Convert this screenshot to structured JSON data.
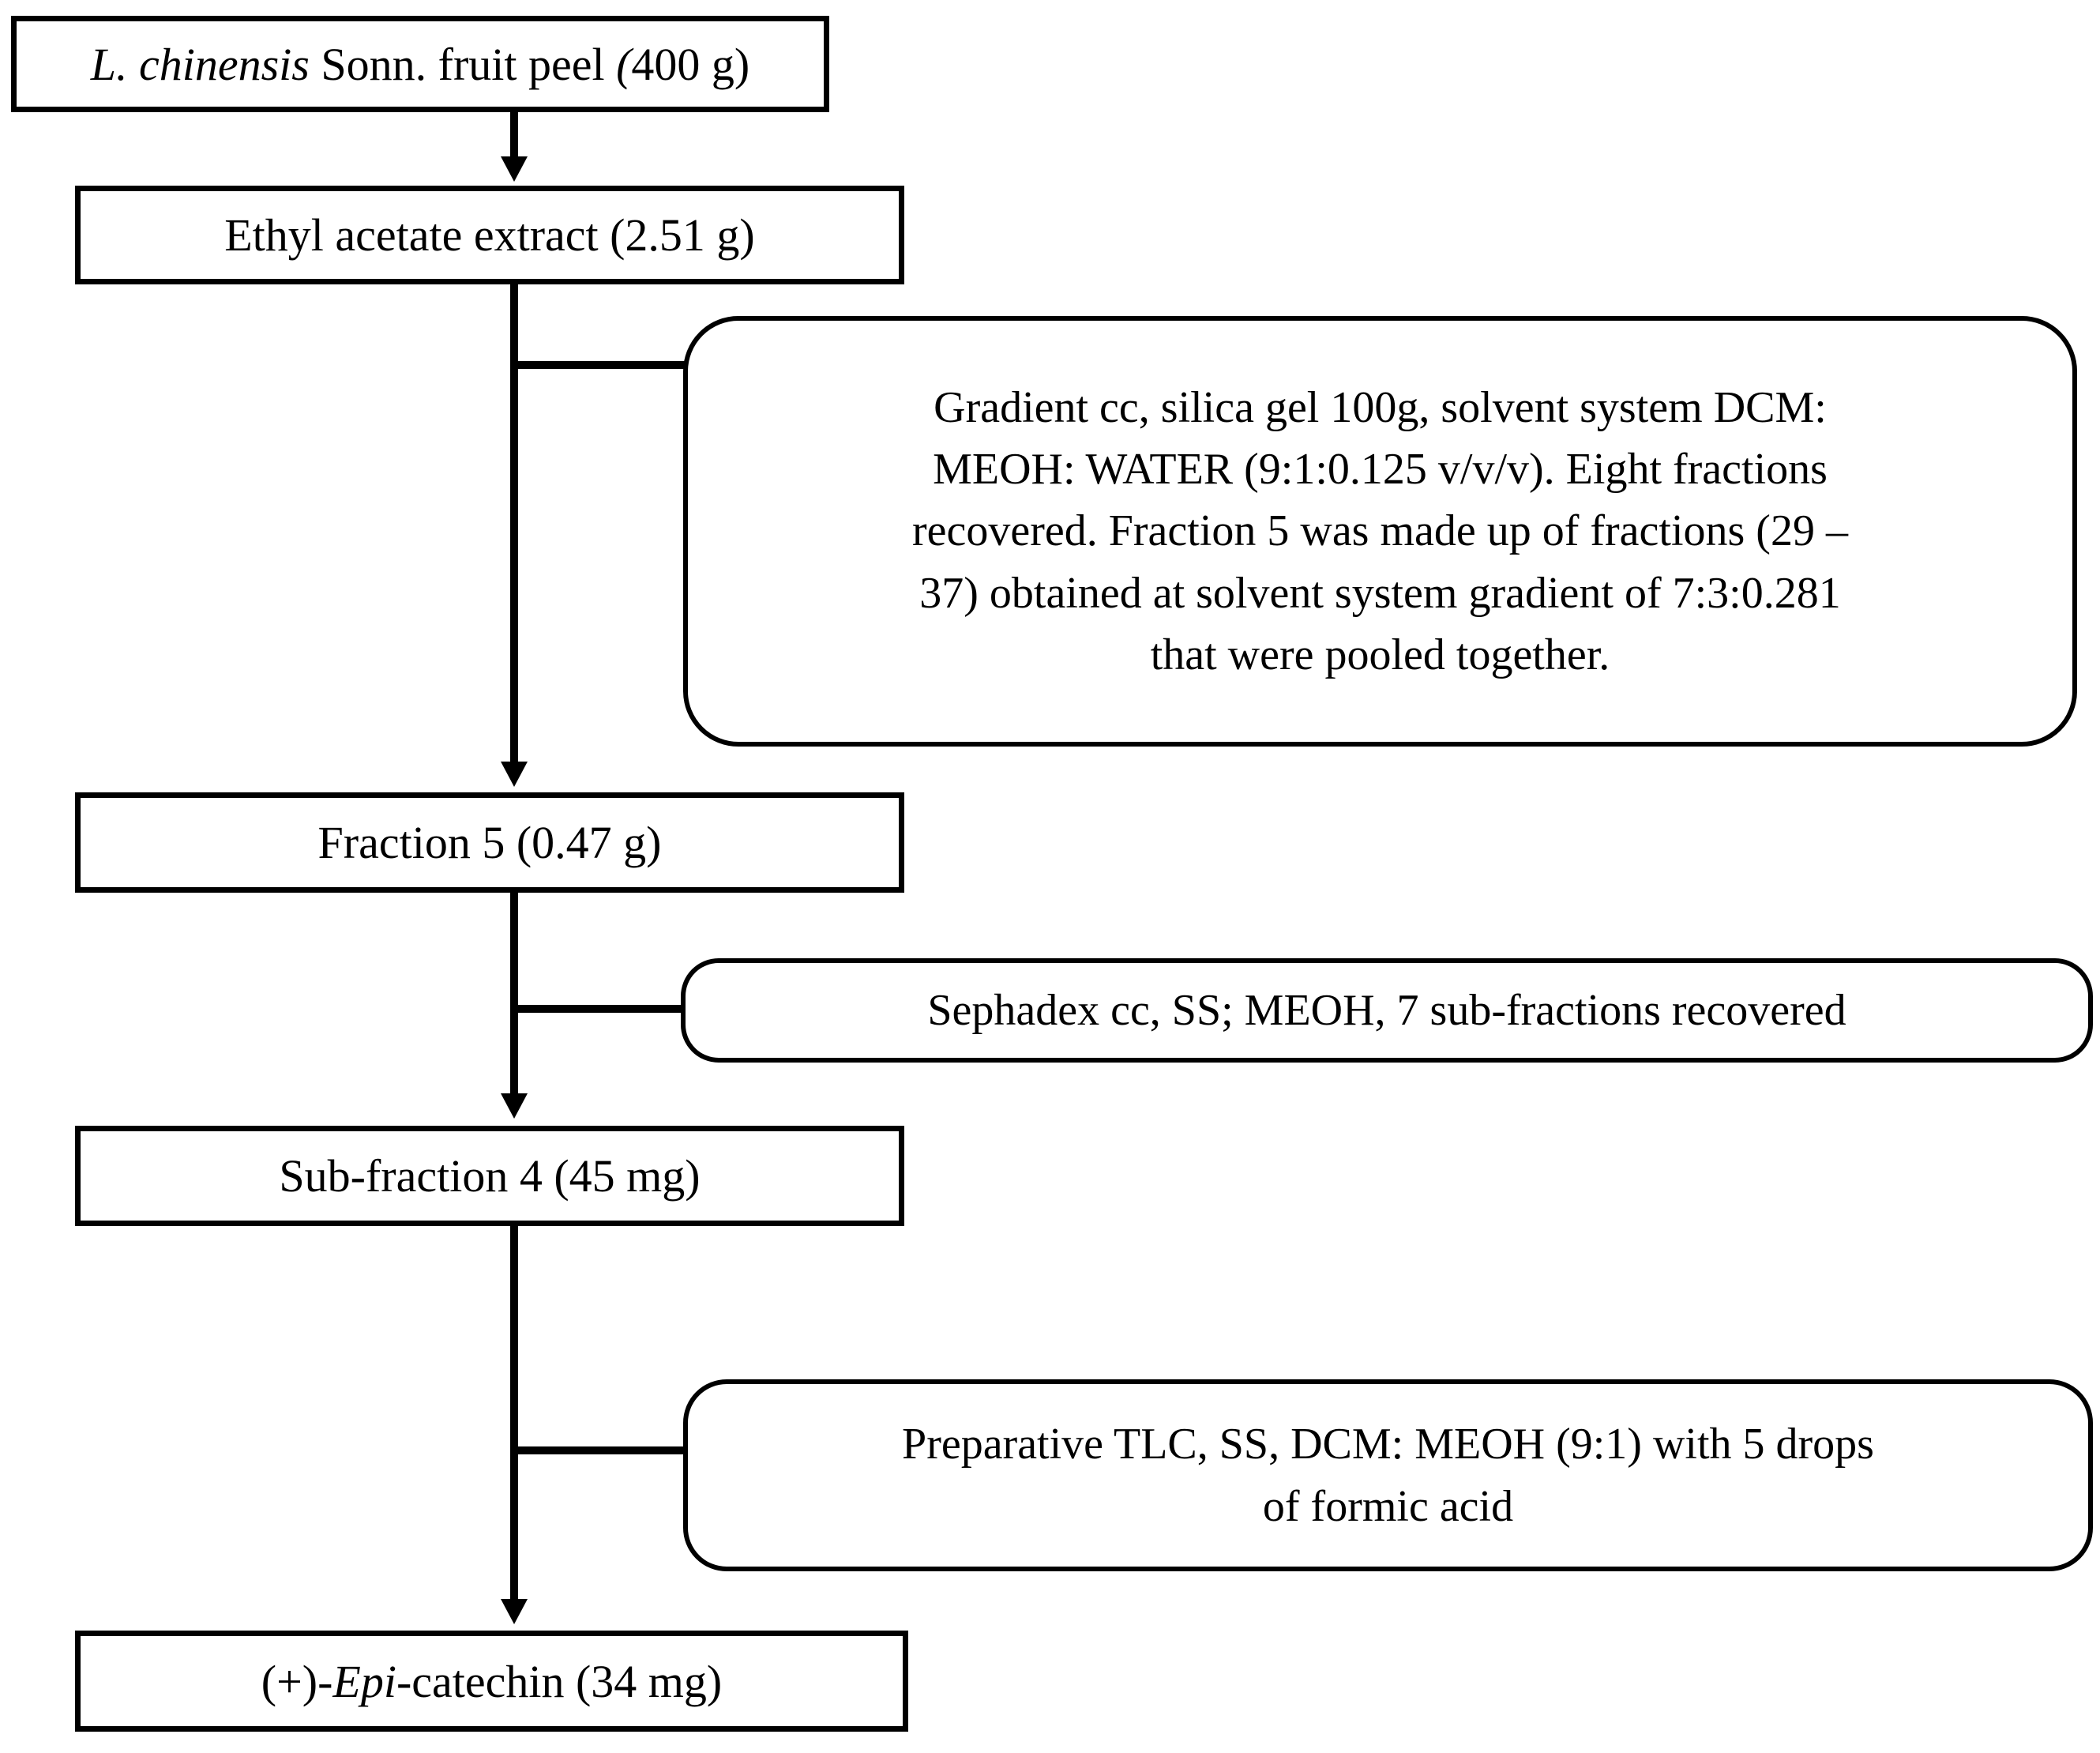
{
  "flowchart": {
    "nodes": [
      {
        "id": "source",
        "segments": [
          {
            "text": "L. chinensis",
            "italic": true
          },
          {
            "text": " Sonn. fruit peel ",
            "italic": false
          },
          {
            "text": "(",
            "italic": true
          },
          {
            "text": "400 g)",
            "italic": false
          }
        ]
      },
      {
        "id": "extract",
        "segments": [
          {
            "text": "Ethyl acetate extract (2.51 g)",
            "italic": false
          }
        ]
      },
      {
        "id": "fraction-5",
        "segments": [
          {
            "text": "Fraction 5 (0.47 g)",
            "italic": false
          }
        ]
      },
      {
        "id": "sub-fraction-4",
        "segments": [
          {
            "text": "Sub-fraction 4 (45 mg)",
            "italic": false
          }
        ]
      },
      {
        "id": "epicatechin",
        "segments": [
          {
            "text": "(+)-",
            "italic": false
          },
          {
            "text": "Epi",
            "italic": true
          },
          {
            "text": "-catechin (34 mg)",
            "italic": false
          }
        ]
      }
    ],
    "process_notes": [
      {
        "id": "gradient-cc",
        "lines": [
          "Gradient cc, silica gel 100g, solvent system DCM:",
          "MEOH: WATER (9:1:0.125 v/v/v). Eight fractions",
          "recovered. Fraction 5 was made up of fractions (29 –",
          "37) obtained at solvent system gradient of 7:3:0.281",
          "that were pooled together."
        ]
      },
      {
        "id": "sephadex",
        "lines": [
          "Sephadex cc, SS; MEOH, 7 sub-fractions recovered"
        ]
      },
      {
        "id": "prep-tlc",
        "lines": [
          "Preparative TLC, SS, DCM: MEOH (9:1) with 5 drops",
          "of formic acid"
        ]
      }
    ],
    "colors": {
      "stroke": "#000000",
      "fill": "#ffffff",
      "text": "#000000"
    }
  }
}
